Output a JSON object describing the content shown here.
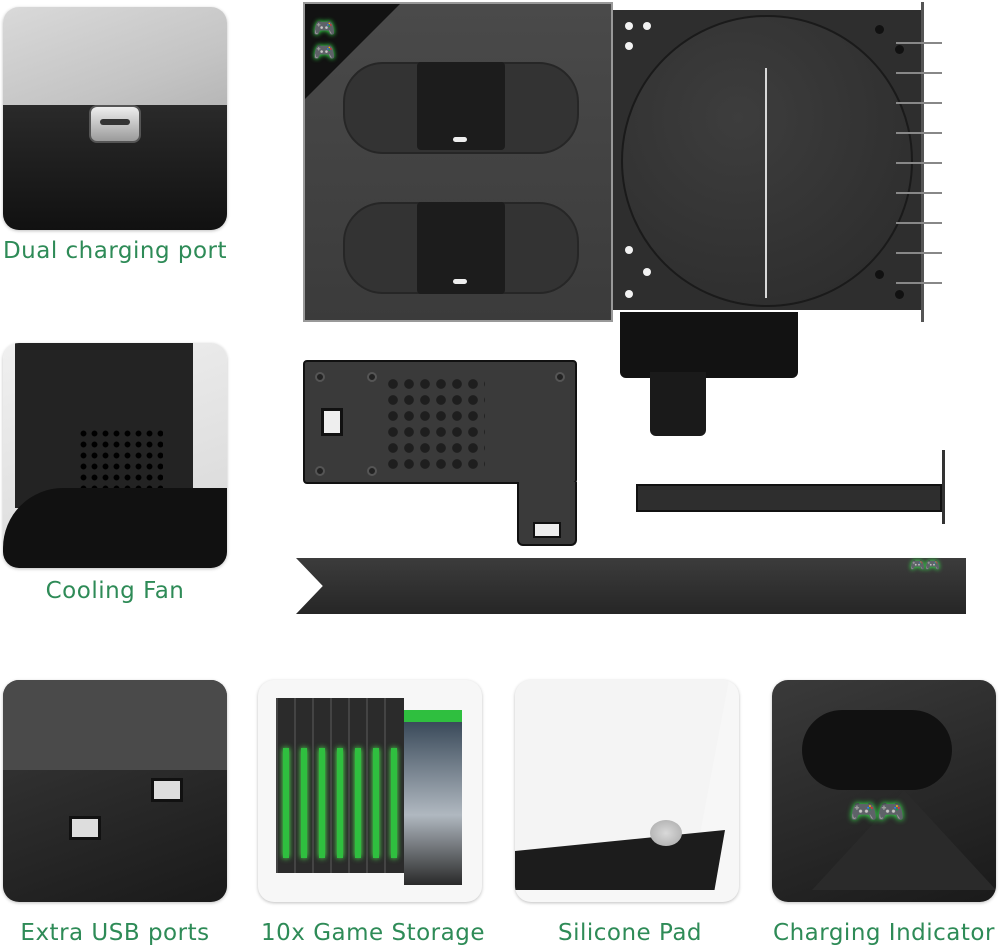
{
  "image": {
    "description_hidden": false,
    "background": "#ffffff",
    "accent": "#2e8b57",
    "glow_green": "#39ff50"
  },
  "features": {
    "dual_charging_port": "Dual charging port",
    "cooling_fan": "Cooling Fan",
    "extra_usb_ports": "Extra USB ports",
    "game_storage": "10x Game Storage",
    "silicone_pad": "Silicone Pad",
    "charging_indicator": "Charging Indicator"
  },
  "icons": {
    "controller": "controller-icon",
    "usb_c": "usb-c-port-icon",
    "usb_a": "usb-a-port-icon"
  }
}
